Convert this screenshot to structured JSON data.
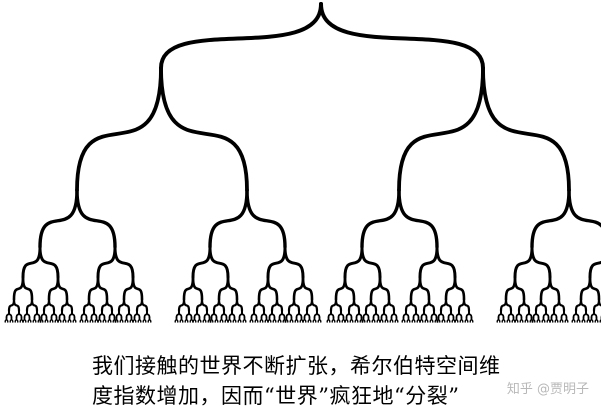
{
  "diagram": {
    "type": "binary-tree",
    "levels": 8,
    "color": "#000000"
  },
  "caption": {
    "line1": "我们接触的世界不断扩张，希尔伯特空间维",
    "line2": "度指数增加，因而“世界”疯狂地“分裂”"
  },
  "watermark": {
    "text": "知乎 @贾明子",
    "color": "#b8b8b8"
  }
}
